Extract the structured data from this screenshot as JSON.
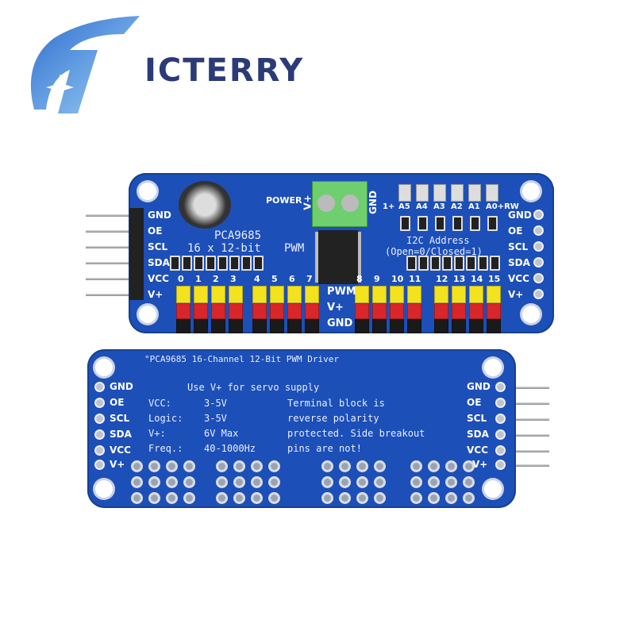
{
  "brand": {
    "name": "ICTERRY",
    "color": "#2b3a78",
    "accent": "#3a8fe0"
  },
  "top_board": {
    "color": "#1d4fb8",
    "title": "PCA9685",
    "subtitle": "16 x 12-bit",
    "pwm": "PWM",
    "power": "POWER",
    "terminal_vplus": "V+",
    "terminal_gnd": "GND",
    "i2c_title": "I2C Address",
    "i2c_note": "(Open=0/Closed=1)",
    "address_labels": [
      "1+",
      "A5",
      "A4",
      "A3",
      "A2",
      "A1",
      "A0+RW"
    ],
    "side_pins": [
      "GND",
      "OE",
      "SCL",
      "SDA",
      "VCC",
      "V+"
    ],
    "channels": [
      "0",
      "1",
      "2",
      "3",
      "4",
      "5",
      "6",
      "7",
      "8",
      "9",
      "10",
      "11",
      "12",
      "13",
      "14",
      "15"
    ],
    "row_labels": [
      "PWM",
      "V+",
      "GND"
    ]
  },
  "bottom_board": {
    "title": "°PCA9685 16-Channel 12-Bit PWM Driver",
    "servo_note": "Use V+ for servo supply",
    "specs": [
      {
        "key": "VCC:",
        "value": "3-5V"
      },
      {
        "key": "Logic:",
        "value": "3-5V"
      },
      {
        "key": "V+:",
        "value": "6V Max"
      },
      {
        "key": "Freq.:",
        "value": "40-1000Hz"
      }
    ],
    "note_lines": [
      "Terminal block is",
      "reverse polarity",
      "protected. Side breakout",
      "pins are not!"
    ],
    "side_pins": [
      "GND",
      "OE",
      "SCL",
      "SDA",
      "VCC",
      "V+"
    ]
  }
}
